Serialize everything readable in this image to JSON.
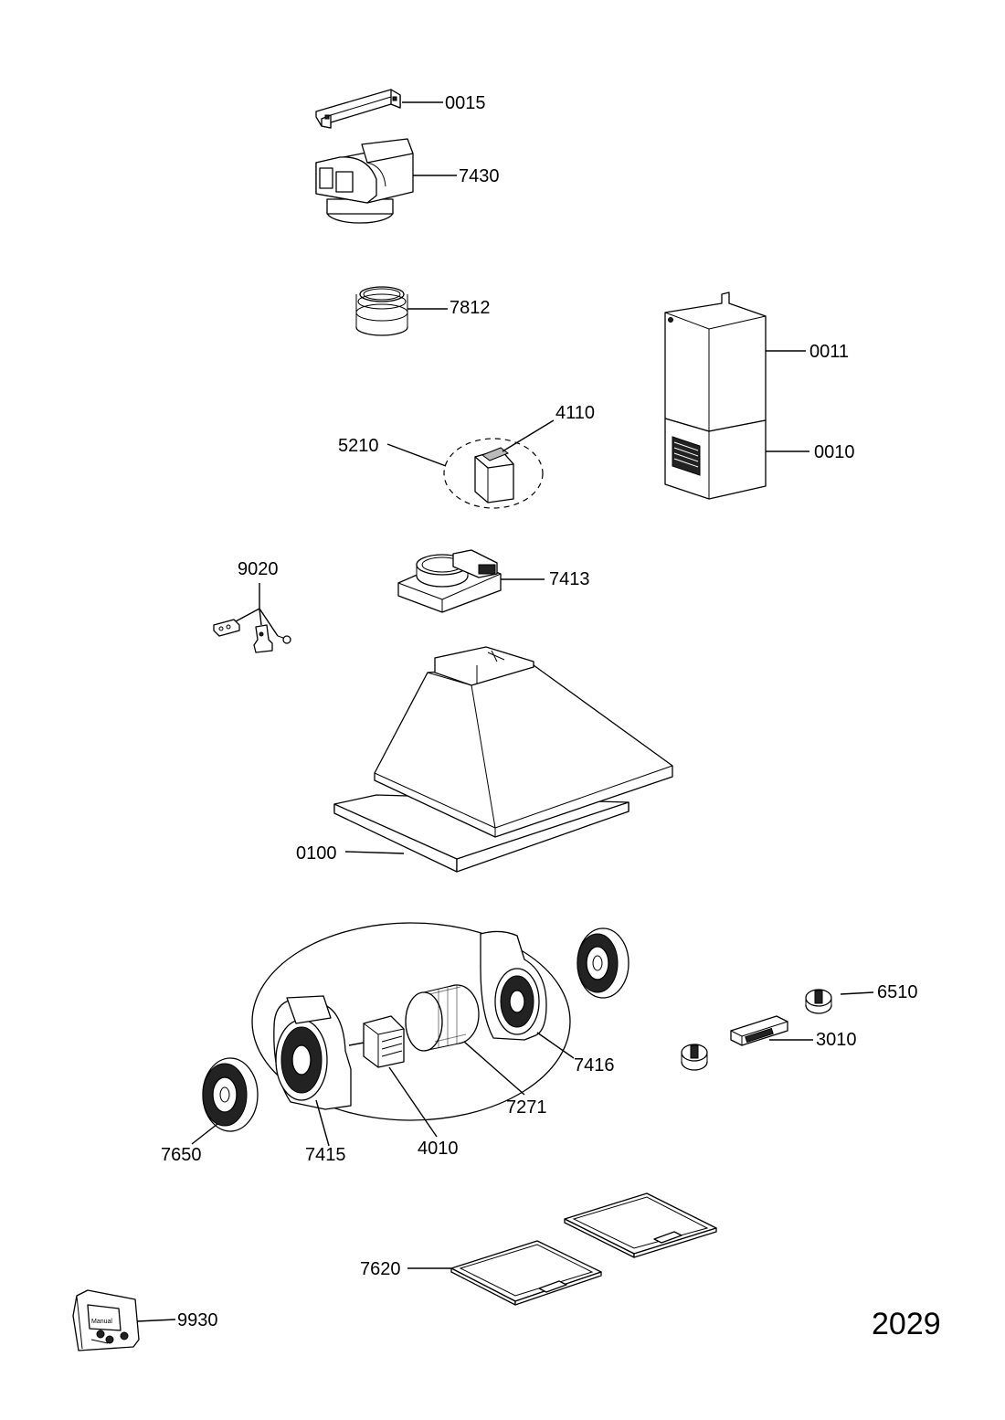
{
  "parts": [
    {
      "id": "p0015",
      "number": "0015",
      "name": "chimney-bracket"
    },
    {
      "id": "p7430",
      "number": "7430",
      "name": "air-outlet-deflector"
    },
    {
      "id": "p7812",
      "number": "7812",
      "name": "duct-adapter-ring"
    },
    {
      "id": "p0011",
      "number": "0011",
      "name": "upper-chimney"
    },
    {
      "id": "p0010",
      "number": "0010",
      "name": "lower-chimney"
    },
    {
      "id": "p4110",
      "number": "4110",
      "name": "carbon-filter"
    },
    {
      "id": "p5210",
      "number": "5210",
      "name": "carbon-filter-kit"
    },
    {
      "id": "p9020",
      "number": "9020",
      "name": "fixing-kit"
    },
    {
      "id": "p7413",
      "number": "7413",
      "name": "motor-support-plate"
    },
    {
      "id": "p0100",
      "number": "0100",
      "name": "hood-body"
    },
    {
      "id": "p6510",
      "number": "6510",
      "name": "control-knob"
    },
    {
      "id": "p3010",
      "number": "3010",
      "name": "switch-module"
    },
    {
      "id": "p7416",
      "number": "7416",
      "name": "fan-housing-right"
    },
    {
      "id": "p7271",
      "number": "7271",
      "name": "fan-impeller"
    },
    {
      "id": "p7650",
      "number": "7650",
      "name": "inlet-cover"
    },
    {
      "id": "p7415",
      "number": "7415",
      "name": "fan-housing-left"
    },
    {
      "id": "p4010",
      "number": "4010",
      "name": "motor"
    },
    {
      "id": "p7620",
      "number": "7620",
      "name": "grease-filter"
    },
    {
      "id": "p9930",
      "number": "9930",
      "name": "documentation-bag"
    }
  ],
  "manual_text": "Manual",
  "page_number": "2029"
}
